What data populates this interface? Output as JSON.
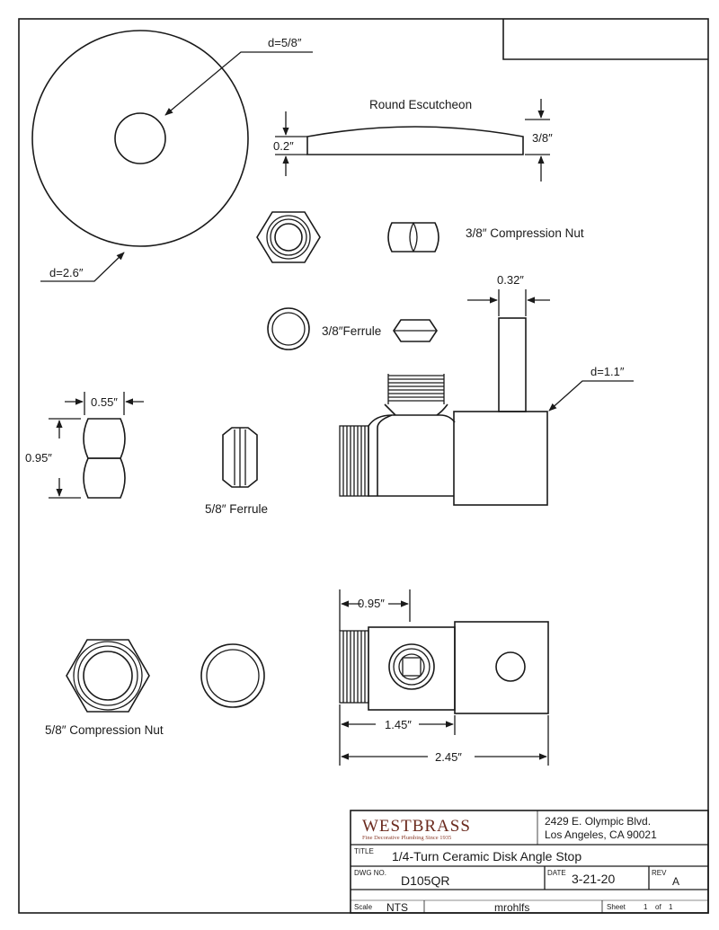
{
  "dimensions": {
    "escutcheon_hole": "d=5/8″",
    "escutcheon_diameter": "d=2.6″",
    "escutcheon_thickness": "0.2″",
    "escutcheon_height": "3/8″",
    "stem_width": "0.32″",
    "body_diameter": "d=1.1″",
    "nut_width": "0.55″",
    "nut_height": "0.95″",
    "inlet_length": "0.95″",
    "to_body": "1.45″",
    "overall_length": "2.45″"
  },
  "labels": {
    "round_escutcheon": "Round Escutcheon",
    "compression_nut_38": "3/8″ Compression Nut",
    "ferrule_38": "3/8″Ferrule",
    "ferrule_58": "5/8″ Ferrule",
    "compression_nut_58": "5/8″ Compression Nut"
  },
  "title_block": {
    "brand": "WESTBRASS",
    "tagline": "Fine Decorative Plumbing Since 1935",
    "address_line1": "2429 E. Olympic Blvd.",
    "address_line2": "Los Angeles, CA 90021",
    "title_label": "TITLE",
    "title": "1/4-Turn Ceramic Disk Angle Stop",
    "dwg_label": "DWG NO.",
    "dwg_no": "D105QR",
    "date_label": "DATE",
    "date": "3-21-20",
    "rev_label": "REV",
    "rev": "A",
    "scale_label": "Scale",
    "scale": "NTS",
    "drawn_by": "mrohlfs",
    "sheet_label": "Sheet",
    "sheet_no": "1",
    "sheet_of": "of",
    "sheet_total": "1"
  }
}
